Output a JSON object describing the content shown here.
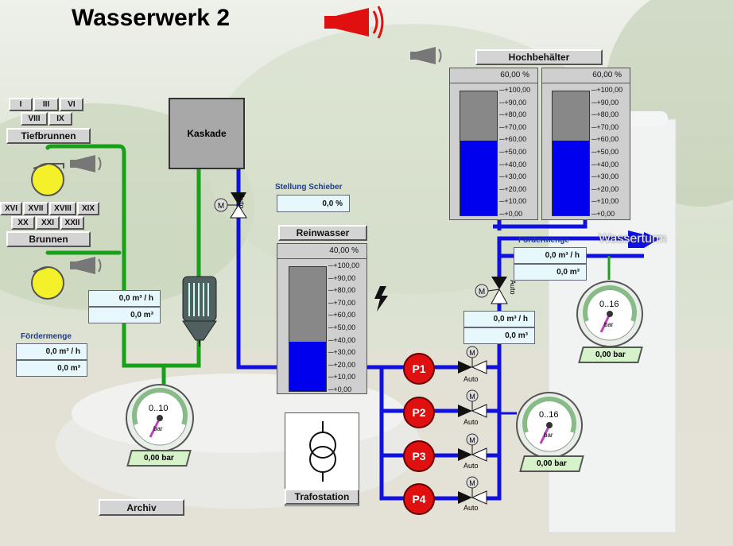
{
  "title": "Wasserwerk 2",
  "wasserturm_label": "Wasserturm",
  "kaskade_label": "Kaskade",
  "tiefbrunnen": {
    "row1": [
      "I",
      "III",
      "VI"
    ],
    "row2": [
      "VIII",
      "IX"
    ],
    "button": "Tiefbrunnen"
  },
  "brunnen": {
    "row1": [
      "XVI",
      "XVII",
      "XVIII",
      "XIX"
    ],
    "row2": [
      "XX",
      "XXI",
      "XXII"
    ],
    "button": "Brunnen"
  },
  "left_flow": {
    "rate": "0,0  m³ / h",
    "volume": "0,0  m³"
  },
  "foerdermenge_left": {
    "label": "Fördermenge",
    "rate": "0,0  m³ / h",
    "volume": "0,0  m³"
  },
  "stellung_schieber": {
    "label": "Stellung Schieber",
    "value": "0,0  %"
  },
  "reinwasser": {
    "button": "Reinwasser",
    "percent_label": "40,00  %",
    "level": 0.4
  },
  "hochbehaelter": {
    "button": "Hochbehälter",
    "tank1": {
      "percent_label": "60,00  %",
      "level": 0.6
    },
    "tank2": {
      "percent_label": "60,00  %",
      "level": 0.6
    }
  },
  "scale_ticks": [
    "+100,00",
    "+90,00",
    "+80,00",
    "+70,00",
    "+60,00",
    "+50,00",
    "+40,00",
    "+30,00",
    "+20,00",
    "+10,00",
    "+0,00"
  ],
  "foerdermenge_right": {
    "label": "Fördermenge",
    "rate": "0,0  m³ / h",
    "volume": "0,0  m³"
  },
  "mid_flow": {
    "rate": "0,0  m³ / h",
    "volume": "0,0  m³"
  },
  "gauges": {
    "left": {
      "scale": "0..10",
      "unit": "bar",
      "value": "0,00  bar"
    },
    "right_top": {
      "scale": "0..16",
      "unit": "bar",
      "value": "0,00  bar"
    },
    "right_mid": {
      "scale": "0..16",
      "unit": "bar",
      "value": "0,00  bar"
    }
  },
  "pumps": [
    "P1",
    "P2",
    "P3",
    "P4"
  ],
  "valve_mode": "Auto",
  "motor_label": "M",
  "trafostation_button": "Trafostation",
  "archiv_button": "Archiv",
  "colors": {
    "pipe_blue": "#1010e0",
    "pipe_green": "#18a018",
    "pump_red": "#e01010",
    "alarm_red": "#e01010",
    "tank_fill": "#0000ee",
    "tank_empty": "#888888"
  }
}
